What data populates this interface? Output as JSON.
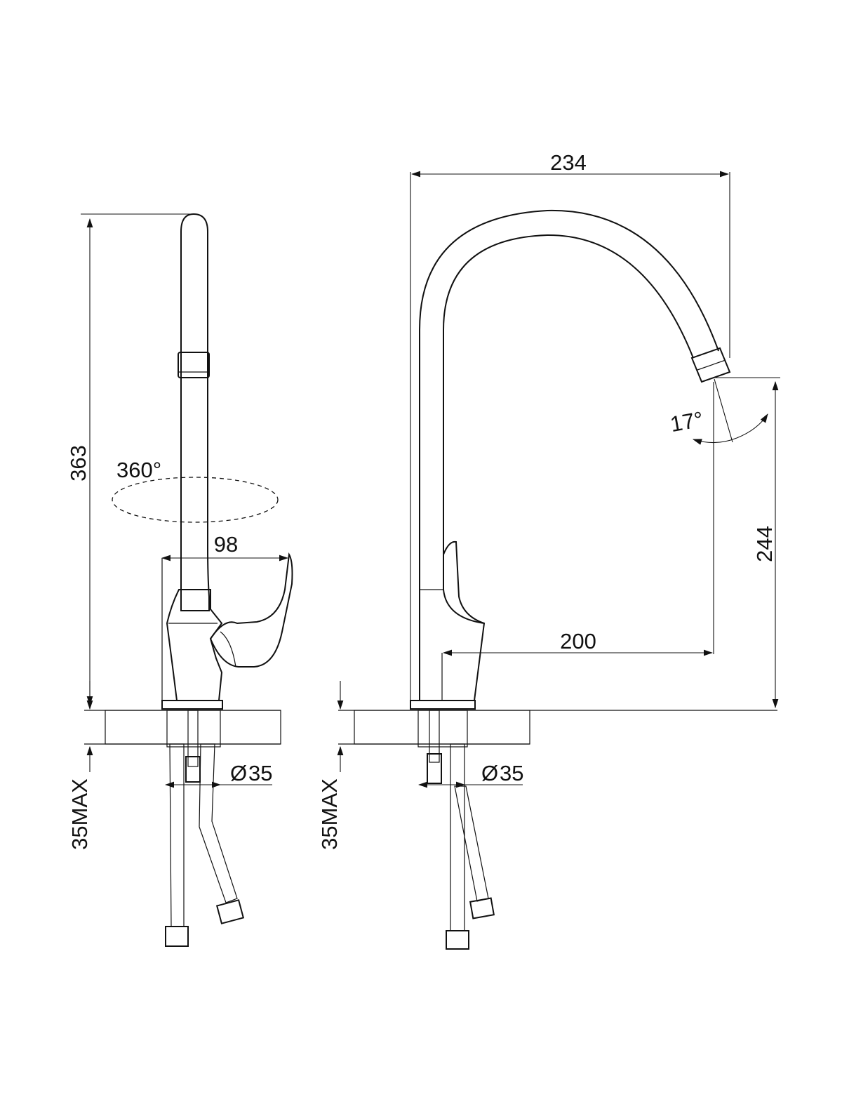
{
  "dimensions": {
    "total_width": "234",
    "spout_reach": "200",
    "outlet_height": "244",
    "total_height_side": "363",
    "handle_reach": "98",
    "rotation": "360°",
    "spout_angle": "17°",
    "hole_diameter_left": "35",
    "hole_diameter_right": "35",
    "counter_thickness_left": "35MAX",
    "counter_thickness_right": "35MAX"
  },
  "symbols": {
    "diameter": "Ø"
  },
  "colors": {
    "line": "#111111",
    "background": "#ffffff"
  }
}
